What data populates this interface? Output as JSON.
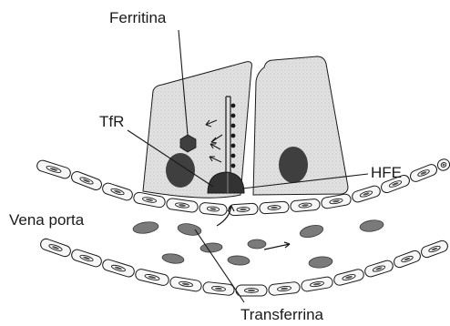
{
  "labels": {
    "ferritina": "Ferritina",
    "tfr": "TfR",
    "hfe": "HFE",
    "vena_porta": "Vena porta",
    "transferrina": "Transferrina"
  },
  "colors": {
    "ink": "#1a1a1a",
    "cell_fill": "#dcdcdc",
    "nucleus": "#3f3f3f",
    "rbc": "#7a7a7a",
    "endothelium_fill": "#f7f7f7"
  }
}
